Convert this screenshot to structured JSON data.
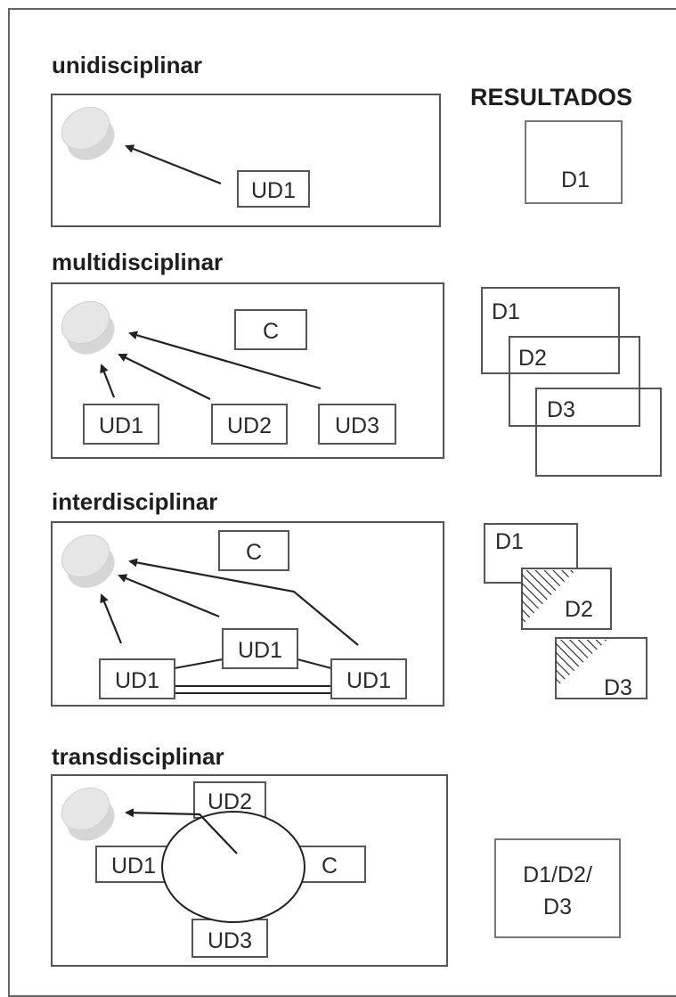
{
  "sections": {
    "uni": {
      "title": "unidisciplinar",
      "ud1": "UD1"
    },
    "multi": {
      "title": "multidisciplinar",
      "c": "C",
      "ud1": "UD1",
      "ud2": "UD2",
      "ud3": "UD3"
    },
    "inter": {
      "title": "interdisciplinar",
      "c": "C",
      "ud_top": "UD1",
      "ud_left": "UD1",
      "ud_right": "UD1"
    },
    "trans": {
      "title": "transdisciplinar",
      "ud1": "UD1",
      "ud2": "UD2",
      "ud3": "UD3",
      "c": "C"
    }
  },
  "results": {
    "heading": "RESULTADOS",
    "uni": {
      "d1": "D1"
    },
    "multi": {
      "d1": "D1",
      "d2": "D2",
      "d3": "D3"
    },
    "inter": {
      "d1": "D1",
      "d2": "D2",
      "d3": "D3"
    },
    "trans": {
      "line1": "D1/D2/",
      "line2": "D3"
    }
  },
  "colors": {
    "blob": "#e0e0e0",
    "stroke": "#555555"
  }
}
